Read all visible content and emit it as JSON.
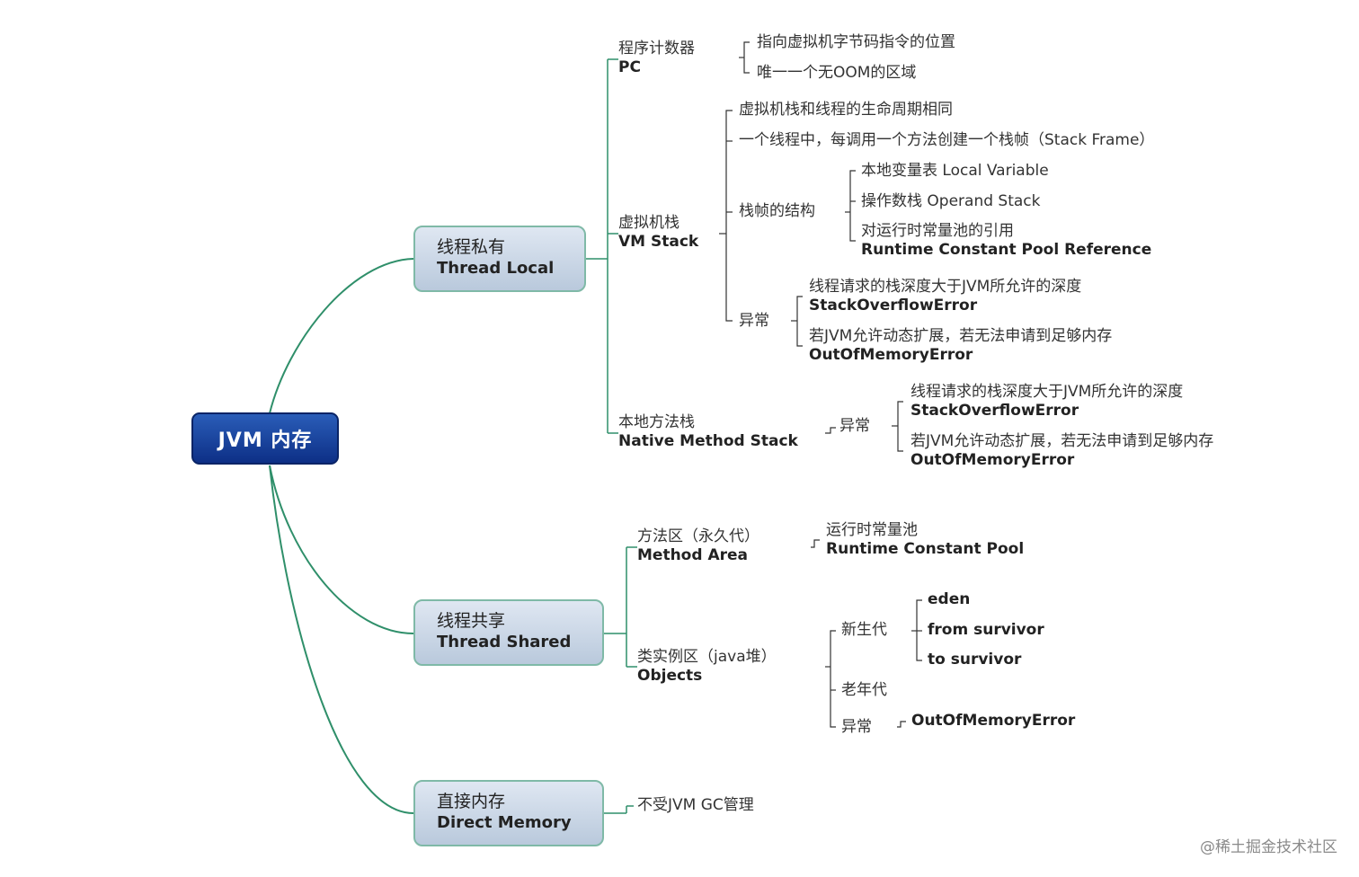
{
  "root": "JVM 内存",
  "thread_local": {
    "cn": "线程私有",
    "en": "Thread Local",
    "pc": {
      "cn": "程序计数器",
      "en": "PC",
      "items": [
        "指向虚拟机字节码指令的位置",
        "唯一一个无OOM的区域"
      ]
    },
    "vm_stack": {
      "cn": "虚拟机栈",
      "en": "VM Stack",
      "items": [
        "虚拟机栈和线程的生命周期相同",
        "一个线程中，每调用一个方法创建一个栈帧（Stack Frame）"
      ],
      "frame": {
        "cn": "栈帧的结构",
        "items": [
          "本地变量表 Local Variable",
          "操作数栈 Operand Stack"
        ],
        "ref_cn": "对运行时常量池的引用",
        "ref_en": "Runtime Constant Pool Reference"
      },
      "exception": {
        "cn": "异常",
        "so_cn": "线程请求的栈深度大于JVM所允许的深度",
        "so_en": "StackOverflowError",
        "oom_cn": "若JVM允许动态扩展，若无法申请到足够内存",
        "oom_en": "OutOfMemoryError"
      }
    },
    "native": {
      "cn": "本地方法栈",
      "en": "Native Method Stack",
      "exception": {
        "cn": "异常",
        "so_cn": "线程请求的栈深度大于JVM所允许的深度",
        "so_en": "StackOverflowError",
        "oom_cn": "若JVM允许动态扩展，若无法申请到足够内存",
        "oom_en": "OutOfMemoryError"
      }
    }
  },
  "thread_shared": {
    "cn": "线程共享",
    "en": "Thread Shared",
    "method_area": {
      "cn": "方法区（永久代）",
      "en": "Method Area",
      "pool_cn": "运行时常量池",
      "pool_en": "Runtime Constant Pool"
    },
    "objects": {
      "cn": "类实例区（java堆）",
      "en": "Objects",
      "young": {
        "cn": "新生代",
        "items": [
          "eden",
          "from survivor",
          "to survivor"
        ]
      },
      "old": "老年代",
      "exception": {
        "cn": "异常",
        "value": "OutOfMemoryError"
      }
    }
  },
  "direct_memory": {
    "cn": "直接内存",
    "en": "Direct Memory",
    "note": "不受JVM GC管理"
  },
  "watermark": "@稀土掘金技术社区",
  "colors": {
    "connector": "#2f8f6a",
    "root_fill": "#0d2f86",
    "node_fill": "#c9d6e6",
    "node_border": "#7fb9a7"
  }
}
